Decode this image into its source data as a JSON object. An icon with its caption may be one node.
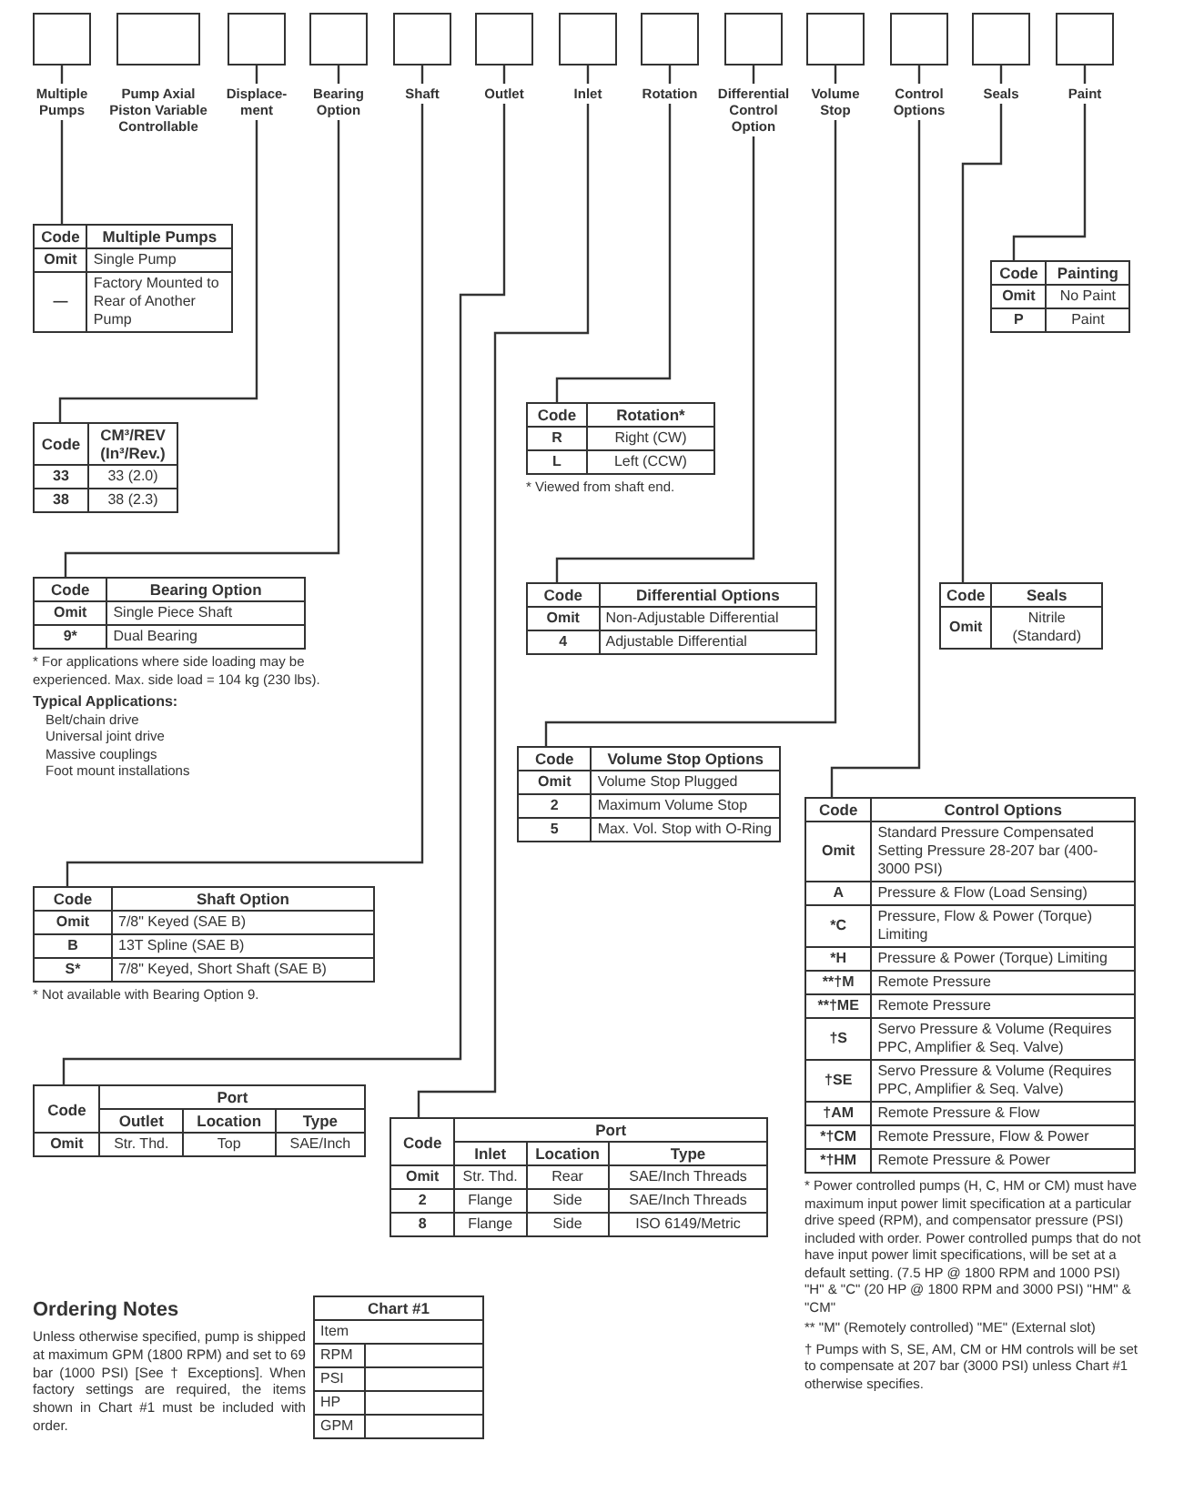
{
  "diagram": {
    "nodes": [
      {
        "text": [],
        "shape": "box",
        "beside": [
          "Multiple Pumps"
        ]
      },
      {
        "text": [],
        "shape": "box",
        "beside": [
          "Pump Axial Piston Variable Controllable"
        ]
      },
      {
        "text": [],
        "shape": "box",
        "beside": [
          "Displace-ment"
        ]
      },
      {
        "text": [],
        "shape": "box",
        "beside": [
          "Bearing Option"
        ]
      },
      {
        "text": [],
        "shape": "box",
        "beside": [
          "Shaft"
        ]
      },
      {
        "text": [],
        "shape": "box",
        "beside": [
          "Outlet"
        ]
      },
      {
        "text": [],
        "shape": "box",
        "beside": [
          "Inlet"
        ]
      },
      {
        "text": [],
        "shape": "box",
        "beside": [
          "Rotation"
        ]
      },
      {
        "text": [],
        "shape": "box",
        "beside": [
          "Differential Control Option"
        ]
      },
      {
        "text": [],
        "shape": "box",
        "beside": [
          "Volume Stop"
        ]
      },
      {
        "text": [],
        "shape": "box",
        "beside": [
          "Control Options"
        ]
      },
      {
        "text": [],
        "shape": "box",
        "beside": [
          "Seals"
        ]
      },
      {
        "text": [],
        "shape": "box",
        "beside": [
          "Paint"
        ]
      },
      {
        "text": [
          "Code",
          "Multiple Pumps",
          "Omit",
          "Single Pump",
          "—",
          "Factory Mounted to Rear of Another Pump"
        ]
      },
      {
        "text": [
          "Code",
          "Painting",
          "Omit",
          "No Paint",
          "P",
          "Paint"
        ]
      },
      {
        "text": [
          "Code",
          "CM³/REV (In³/Rev.)",
          "33",
          "33 (2.0)",
          "38",
          "38 (2.3)"
        ]
      },
      {
        "text": [
          "Code",
          "Rotation*",
          "R",
          "Right (CW)",
          "L",
          "Left (CCW)"
        ],
        "beside": [
          "* Viewed from shaft end."
        ]
      },
      {
        "text": [
          "Code",
          "Bearing Option",
          "Omit",
          "Single Piece Shaft",
          "9*",
          "Dual Bearing"
        ],
        "beside": [
          "* For applications where side loading may be experienced. Max. side load = 104 kg (230 lbs).",
          "Typical Applications:",
          "Belt/chain drive",
          "Universal joint drive",
          "Massive couplings",
          "Foot mount installations"
        ]
      },
      {
        "text": [
          "Code",
          "Differential Options",
          "Omit",
          "Non-Adjustable Differential",
          "4",
          "Adjustable Differential"
        ]
      },
      {
        "text": [
          "Code",
          "Seals",
          "Omit",
          "Nitrile (Standard)"
        ]
      },
      {
        "text": [
          "Code",
          "Volume Stop Options",
          "Omit",
          "Volume Stop Plugged",
          "2",
          "Maximum Volume Stop",
          "5",
          "Max. Vol. Stop with O-Ring"
        ]
      },
      {
        "text": [
          "Code",
          "Control Options",
          "Omit",
          "Standard Pressure Compensated Setting Pressure 28-207 bar (400-3000 PSI)",
          "A",
          "Pressure & Flow (Load Sensing)",
          "*C",
          "Pressure, Flow & Power (Torque) Limiting",
          "*H",
          "Pressure & Power (Torque) Limiting",
          "**†M",
          "Remote Pressure",
          "**†ME",
          "Remote Pressure",
          "†S",
          "Servo Pressure & Volume (Requires PPC, Amplifier & Seq. Valve)",
          "†SE",
          "Servo Pressure & Volume (Requires PPC, Amplifier & Seq. Valve)",
          "†AM",
          "Remote Pressure & Flow",
          "*†CM",
          "Remote Pressure, Flow & Power",
          "*†HM",
          "Remote Pressure & Power"
        ],
        "beside": [
          "* Power controlled pumps (H, C, HM or CM) must have maximum input power limit specification at a particular drive speed (RPM), and compensator pressure (PSI) included with order. Power controlled pumps that do not have input power limit specifications, will be set at a default setting. (7.5 HP @ 1800 RPM and 1000 PSI) \"H\" & \"C\" (20 HP @ 1800 RPM and 3000 PSI) \"HM\" & \"CM\"",
          "** \"M\" (Remotely controlled) \"ME\" (External slot)",
          "† Pumps with S, SE, AM, CM or HM controls will be set to compensate at 207 bar (3000 PSI) unless Chart #1 otherwise specifies."
        ]
      },
      {
        "text": [
          "Code",
          "Shaft Option",
          "Omit",
          "7/8\" Keyed (SAE B)",
          "B",
          "13T Spline (SAE B)",
          "S*",
          "7/8\" Keyed, Short Shaft (SAE B)"
        ],
        "beside": [
          "* Not available with Bearing Option 9."
        ]
      },
      {
        "text": [
          "Code",
          "Port",
          "Outlet",
          "Location",
          "Type",
          "Omit",
          "Str. Thd.",
          "Top",
          "SAE/Inch"
        ]
      },
      {
        "text": [
          "Code",
          "Port",
          "Inlet",
          "Location",
          "Type",
          "Omit",
          "Str. Thd.",
          "Rear",
          "SAE/Inch Threads",
          "2",
          "Flange",
          "Side",
          "SAE/Inch Threads",
          "8",
          "Flange",
          "Side",
          "ISO 6149/Metric"
        ]
      },
      {
        "text": [
          "Chart #1",
          "Item",
          "RPM",
          "PSI",
          "HP",
          "GPM"
        ]
      }
    ],
    "edges": [
      {
        "from": 0,
        "to": 13,
        "arrow": "none"
      },
      {
        "from": 2,
        "to": 15,
        "arrow": "none"
      },
      {
        "from": 3,
        "to": 17,
        "arrow": "none"
      },
      {
        "from": 4,
        "to": 22,
        "arrow": "none"
      },
      {
        "from": 5,
        "to": 23,
        "arrow": "none"
      },
      {
        "from": 6,
        "to": 24,
        "arrow": "none"
      },
      {
        "from": 7,
        "to": 16,
        "arrow": "none"
      },
      {
        "from": 8,
        "to": 18,
        "arrow": "none"
      },
      {
        "from": 9,
        "to": 20,
        "arrow": "none"
      },
      {
        "from": 10,
        "to": 21,
        "arrow": "none"
      },
      {
        "from": 11,
        "to": 19,
        "arrow": "none"
      },
      {
        "from": 12,
        "to": 14,
        "arrow": "none"
      }
    ],
    "labels": [
      "Ordering Notes",
      "Unless otherwise specified, pump is shipped at maximum GPM (1800 RPM) and set to 69 bar (1000 PSI) [See † Exceptions]. When factory settings are required, the items shown in Chart #1 must be included with order."
    ]
  }
}
